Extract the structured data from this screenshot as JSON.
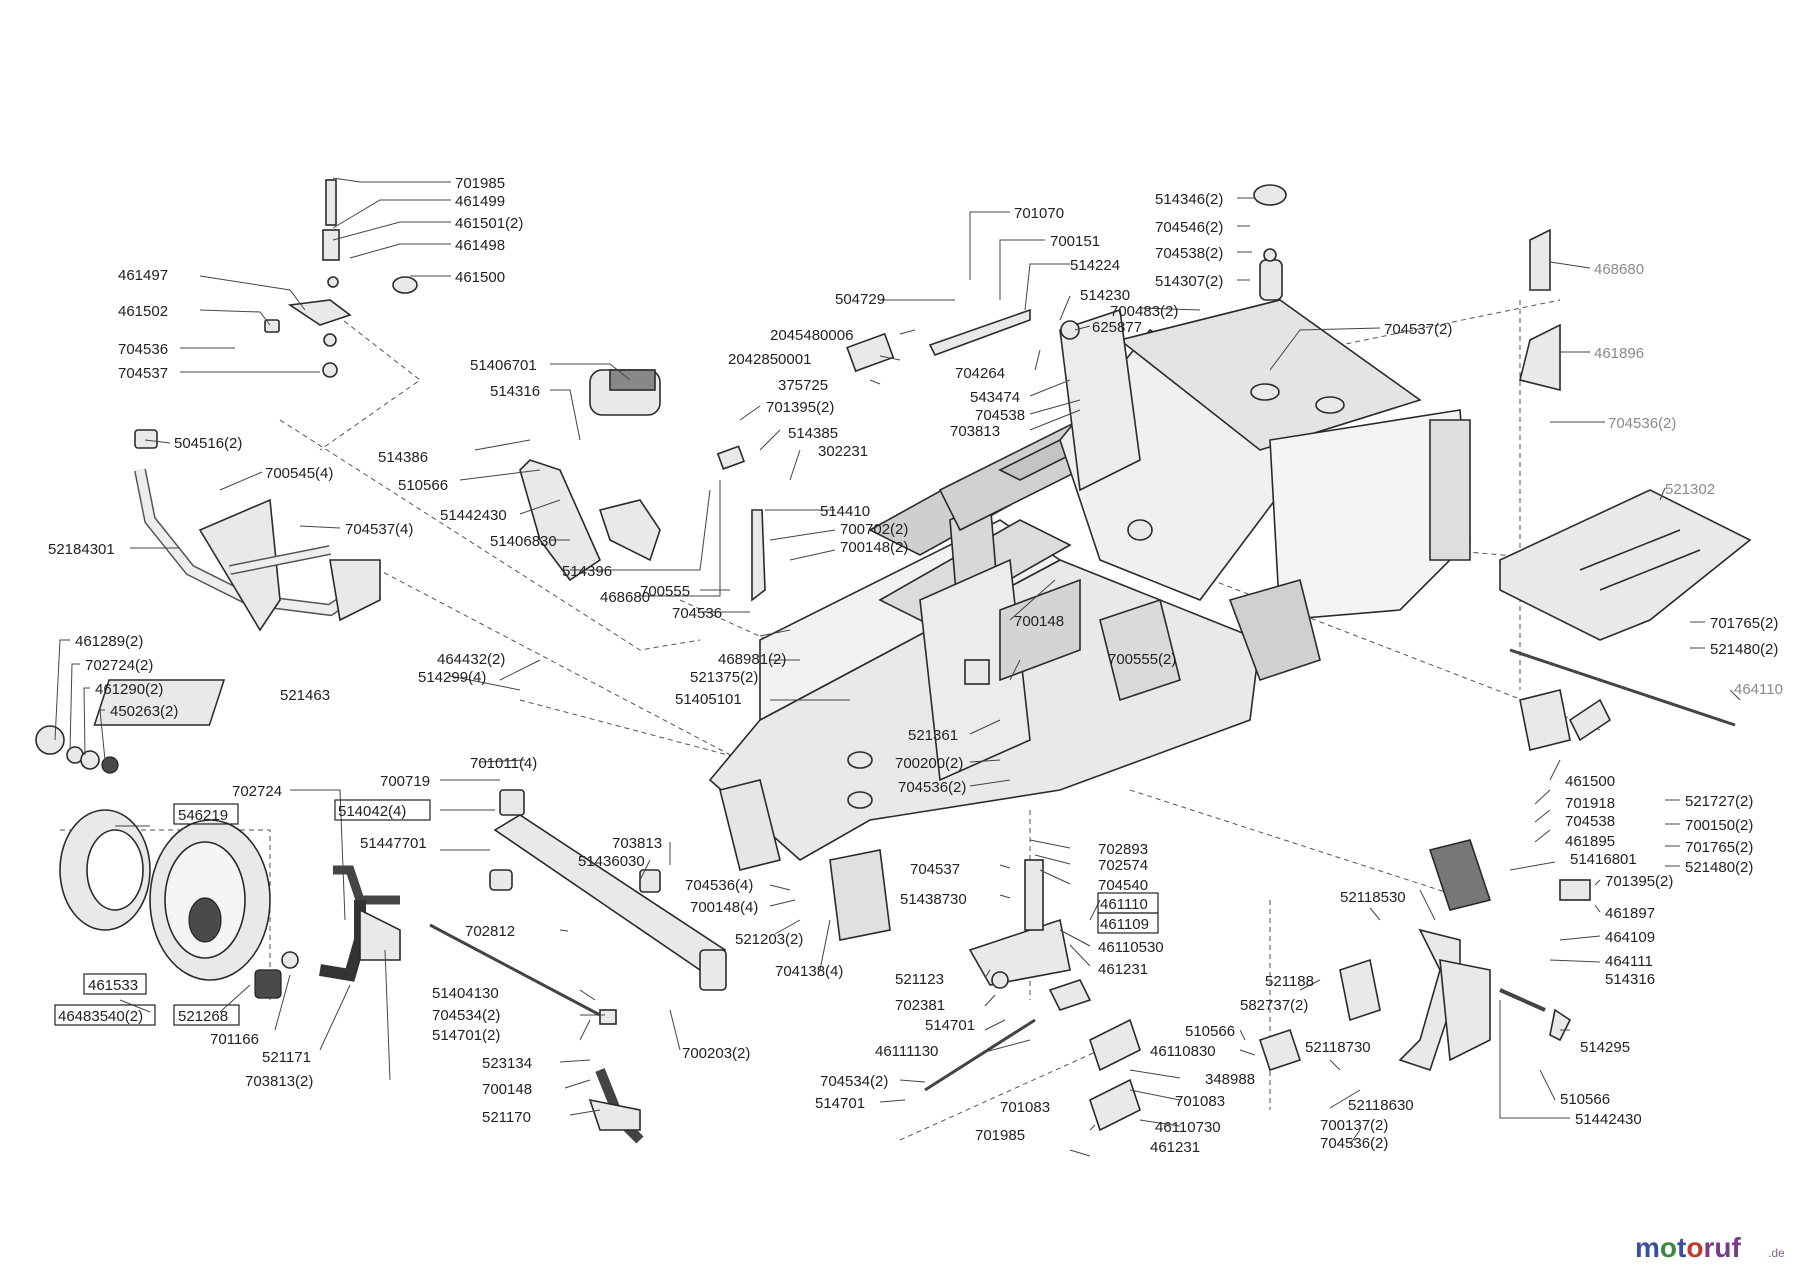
{
  "logo": {
    "text_main": "motoruf",
    "text_suffix": ".de",
    "color_m": "#3a4fa0",
    "color_rest": "#7a3a8a"
  },
  "labels": {
    "l701985a": "701985",
    "l461499": "461499",
    "l461501": "461501(2)",
    "l461498": "461498",
    "l461500a": "461500",
    "l461497": "461497",
    "l461502": "461502",
    "l704536a": "704536",
    "l704537a": "704537",
    "l504516": "504516(2)",
    "l700545": "700545(4)",
    "l704537b": "704537(4)",
    "l52184301": "52184301",
    "l461289": "461289(2)",
    "l702724a": "702724(2)",
    "l461290": "461290(2)",
    "l450263": "450263(2)",
    "l546219": "546219",
    "l461533": "461533",
    "l46483540": "46483540(2)",
    "l521268": "521268",
    "l701166": "701166",
    "l521171": "521171",
    "l703813a": "703813(2)",
    "l702724b": "702724",
    "l514042": "514042(4)",
    "l51447701": "51447701",
    "l700719": "700719",
    "l521463": "521463",
    "l464432": "464432(2)",
    "l514299": "514299(4)",
    "l701011": "701011(4)",
    "l51436030": "51436030",
    "l703813b": "703813",
    "l704536b": "704536(4)",
    "l700148a": "700148(4)",
    "l521203": "521203(2)",
    "l704138": "704138(4)",
    "l702812": "702812",
    "l51404130": "51404130",
    "l704534a": "704534(2)",
    "l514701a": "514701(2)",
    "l523134": "523134",
    "l700148b": "700148",
    "l521170": "521170",
    "l700203": "700203(2)",
    "l51406701": "51406701",
    "l514316a": "514316",
    "l514386": "514386",
    "l510566a": "510566",
    "l51442430a": "51442430",
    "l51406830": "51406830",
    "l514396": "514396",
    "l468680a": "468680",
    "l700555a": "700555",
    "l704536c": "704536",
    "l468981": "468981(2)",
    "l521375": "521375(2)",
    "l51405101": "51405101",
    "l701395a": "701395(2)",
    "l514385": "514385",
    "l302231": "302231",
    "l514410": "514410",
    "l700702": "700702(2)",
    "l700148c": "700148(2)",
    "l504729": "504729",
    "l2045480006": "2045480006",
    "l2042850001": "2042850001",
    "l375725": "375725",
    "l701070": "701070",
    "l700151": "700151",
    "l514224": "514224",
    "l514230": "514230",
    "l625877": "625877",
    "l704264": "704264",
    "l543474": "543474",
    "l704538a": "704538",
    "l703813c": "703813",
    "l700483": "700483(2)",
    "l514346": "514346(2)",
    "l704546": "704546(2)",
    "l704538b": "704538(2)",
    "l514307": "514307(2)",
    "l704537c": "704537(2)",
    "l468680b": "468680",
    "l461896": "461896",
    "l704536d": "704536(2)",
    "l521302": "521302",
    "l701765a": "701765(2)",
    "l521480a": "521480(2)",
    "l464110": "464110",
    "l700148d": "700148",
    "l700555b": "700555(2)",
    "l521361": "521361",
    "l700200": "700200(2)",
    "l704536e": "704536(2)",
    "l702893": "702893",
    "l702574": "702574",
    "l704537d": "704537",
    "l704540": "704540",
    "l51438730": "51438730",
    "l461110": "461110",
    "l461109": "461109",
    "l46110530": "46110530",
    "l521123": "521123",
    "l461231a": "461231",
    "l702381": "702381",
    "l514701b": "514701",
    "l46111130": "46111130",
    "l704534b": "704534(2)",
    "l514701c": "514701",
    "l701083a": "701083",
    "l701985b": "701985",
    "l46110830": "46110830",
    "l348988": "348988",
    "l701083b": "701083",
    "l46110730": "46110730",
    "l461231b": "461231",
    "l510566b": "510566",
    "l52118730": "52118730",
    "l52118630": "52118630",
    "l521188": "521188",
    "l582737": "582737(2)",
    "l700137": "700137(2)",
    "l704536f": "704536(2)",
    "l461500b": "461500",
    "l701918": "701918",
    "l704538c": "704538",
    "l461895": "461895",
    "l51416801": "51416801",
    "l52118530": "52118530",
    "l521727": "521727(2)",
    "l700150": "700150(2)",
    "l701765b": "701765(2)",
    "l521480b": "521480(2)",
    "l701395b": "701395(2)",
    "l461897": "461897",
    "l464109": "464109",
    "l464111": "464111",
    "l514316b": "514316",
    "l514295": "514295",
    "l510566c": "510566",
    "l51442430b": "51442430"
  }
}
